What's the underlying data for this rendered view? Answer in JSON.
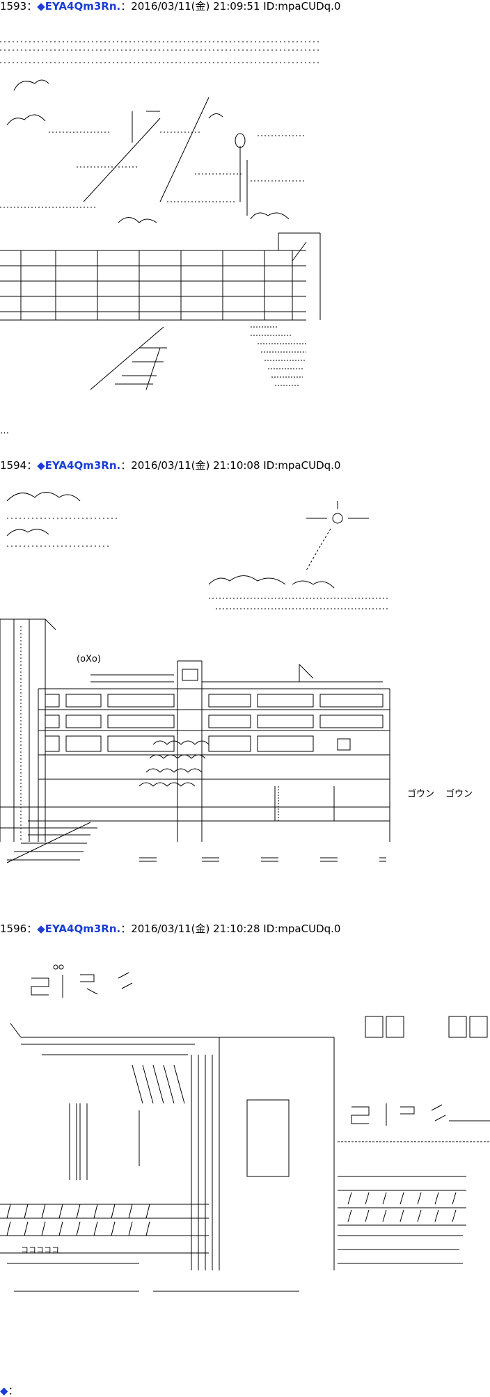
{
  "posts": [
    {
      "number": "1593",
      "separator": "：",
      "name": "◆EYA4Qm3Rn.",
      "meta": "：2016/03/11(金) 21:09:51 ID:mpaCUDq.0",
      "art_labels": [],
      "trailing": "…"
    },
    {
      "number": "1594",
      "separator": "：",
      "name": "◆EYA4Qm3Rn.",
      "meta": "：2016/03/11(金) 21:10:08 ID:mpaCUDq.0",
      "art_labels": [
        "(oXo)",
        "ゴウン",
        "ゴウン"
      ]
    },
    {
      "number": "1596",
      "separator": "：",
      "name": "◆EYA4Qm3Rn.",
      "meta": "：2016/03/11(金) 21:10:28 ID:mpaCUDq.0",
      "art_labels": [
        "コココココ"
      ]
    },
    {
      "number": "",
      "separator": "：",
      "name": "◆",
      "meta": ""
    }
  ]
}
